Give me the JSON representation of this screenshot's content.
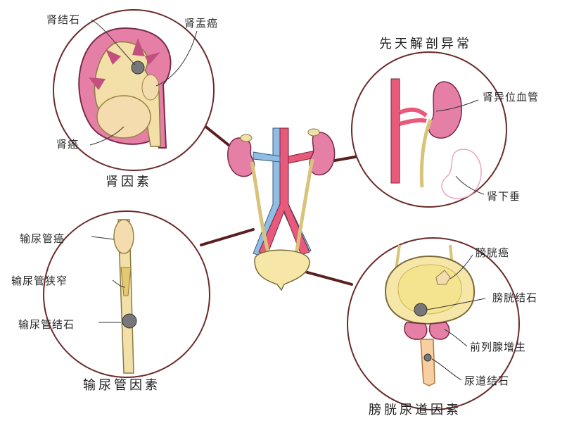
{
  "kidney_panel": {
    "title": "肾因素",
    "labels": {
      "stone": "肾结石",
      "pelvis_cancer": "肾盂癌",
      "cancer": "肾癌"
    }
  },
  "congenital_panel": {
    "title": "先天解剖异常",
    "labels": {
      "abnormal_vessel": "肾异位血管",
      "ptosis": "肾下垂"
    }
  },
  "ureter_panel": {
    "title": "输尿管因素",
    "labels": {
      "cancer": "输尿管癌",
      "stricture": "输尿管狭窄",
      "stone": "输尿管结石"
    }
  },
  "bladder_panel": {
    "title": "膀胱尿道因素",
    "labels": {
      "bladder_cancer": "膀胱癌",
      "bladder_stone": "膀胱结石",
      "prostate": "前列腺增生",
      "urethral_stone": "尿道结石"
    }
  },
  "colors": {
    "circle_stroke": "#6b2a2a",
    "kidney_pink": "#e67fa6",
    "kidney_dark": "#c24f7e",
    "vein_blue": "#8fbde6",
    "artery_pink": "#e85a7c",
    "ureter_yellow": "#f2e0a8",
    "bladder_yellow": "#f6e7a8",
    "stone_grey": "#777777",
    "connector": "#5a1f1f"
  }
}
